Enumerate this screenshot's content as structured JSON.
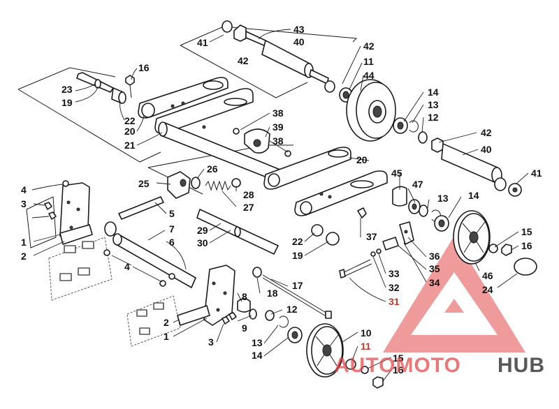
{
  "diagram": {
    "labels": [
      {
        "id": "n41a",
        "text": "41"
      },
      {
        "id": "n42a",
        "text": "42"
      },
      {
        "id": "n43",
        "text": "43"
      },
      {
        "id": "n40a",
        "text": "40"
      },
      {
        "id": "n42b",
        "text": "42"
      },
      {
        "id": "n11a",
        "text": "11"
      },
      {
        "id": "n44",
        "text": "44"
      },
      {
        "id": "n16a",
        "text": "16"
      },
      {
        "id": "n23",
        "text": "23"
      },
      {
        "id": "n19a",
        "text": "19"
      },
      {
        "id": "n22a",
        "text": "22"
      },
      {
        "id": "n20a",
        "text": "20"
      },
      {
        "id": "n21",
        "text": "21"
      },
      {
        "id": "n38a",
        "text": "38"
      },
      {
        "id": "n39",
        "text": "39"
      },
      {
        "id": "n38b",
        "text": "38"
      },
      {
        "id": "n14a",
        "text": "14"
      },
      {
        "id": "n13a",
        "text": "13"
      },
      {
        "id": "n12a",
        "text": "12"
      },
      {
        "id": "n42c",
        "text": "42"
      },
      {
        "id": "n40b",
        "text": "40"
      },
      {
        "id": "n41b",
        "text": "41"
      },
      {
        "id": "n20b",
        "text": "20"
      },
      {
        "id": "n45",
        "text": "45"
      },
      {
        "id": "n47",
        "text": "47"
      },
      {
        "id": "n13b",
        "text": "13"
      },
      {
        "id": "n14b",
        "text": "14"
      },
      {
        "id": "n26",
        "text": "26"
      },
      {
        "id": "n25",
        "text": "25"
      },
      {
        "id": "n28",
        "text": "28"
      },
      {
        "id": "n27",
        "text": "27"
      },
      {
        "id": "n4a",
        "text": "4"
      },
      {
        "id": "n3a",
        "text": "3"
      },
      {
        "id": "n1a",
        "text": "1"
      },
      {
        "id": "n2a",
        "text": "2"
      },
      {
        "id": "n5",
        "text": "5"
      },
      {
        "id": "n7",
        "text": "7"
      },
      {
        "id": "n6",
        "text": "6"
      },
      {
        "id": "n29",
        "text": "29"
      },
      {
        "id": "n30",
        "text": "30"
      },
      {
        "id": "n4b",
        "text": "4"
      },
      {
        "id": "n22b",
        "text": "22"
      },
      {
        "id": "n19b",
        "text": "19"
      },
      {
        "id": "n37",
        "text": "37"
      },
      {
        "id": "n36",
        "text": "36"
      },
      {
        "id": "n35",
        "text": "35"
      },
      {
        "id": "n34",
        "text": "34"
      },
      {
        "id": "n33",
        "text": "33"
      },
      {
        "id": "n32",
        "text": "32"
      },
      {
        "id": "n31",
        "text": "31"
      },
      {
        "id": "n15a",
        "text": "15"
      },
      {
        "id": "n16b",
        "text": "16"
      },
      {
        "id": "n46",
        "text": "46"
      },
      {
        "id": "n24",
        "text": "24"
      },
      {
        "id": "n18",
        "text": "18"
      },
      {
        "id": "n17",
        "text": "17"
      },
      {
        "id": "n8",
        "text": "8"
      },
      {
        "id": "n12b",
        "text": "12"
      },
      {
        "id": "n9",
        "text": "9"
      },
      {
        "id": "n2b",
        "text": "2"
      },
      {
        "id": "n1b",
        "text": "1"
      },
      {
        "id": "n3b",
        "text": "3"
      },
      {
        "id": "n13c",
        "text": "13"
      },
      {
        "id": "n14c",
        "text": "14"
      },
      {
        "id": "n10",
        "text": "10"
      },
      {
        "id": "n11b",
        "text": "11"
      },
      {
        "id": "n15b",
        "text": "15"
      },
      {
        "id": "n16c",
        "text": "16"
      }
    ]
  },
  "watermark": {
    "brand_part1": "AUTOMOTO",
    "brand_part2": "HUB",
    "color_red": "#e34b4b",
    "color_dark": "#3b3b3b"
  }
}
